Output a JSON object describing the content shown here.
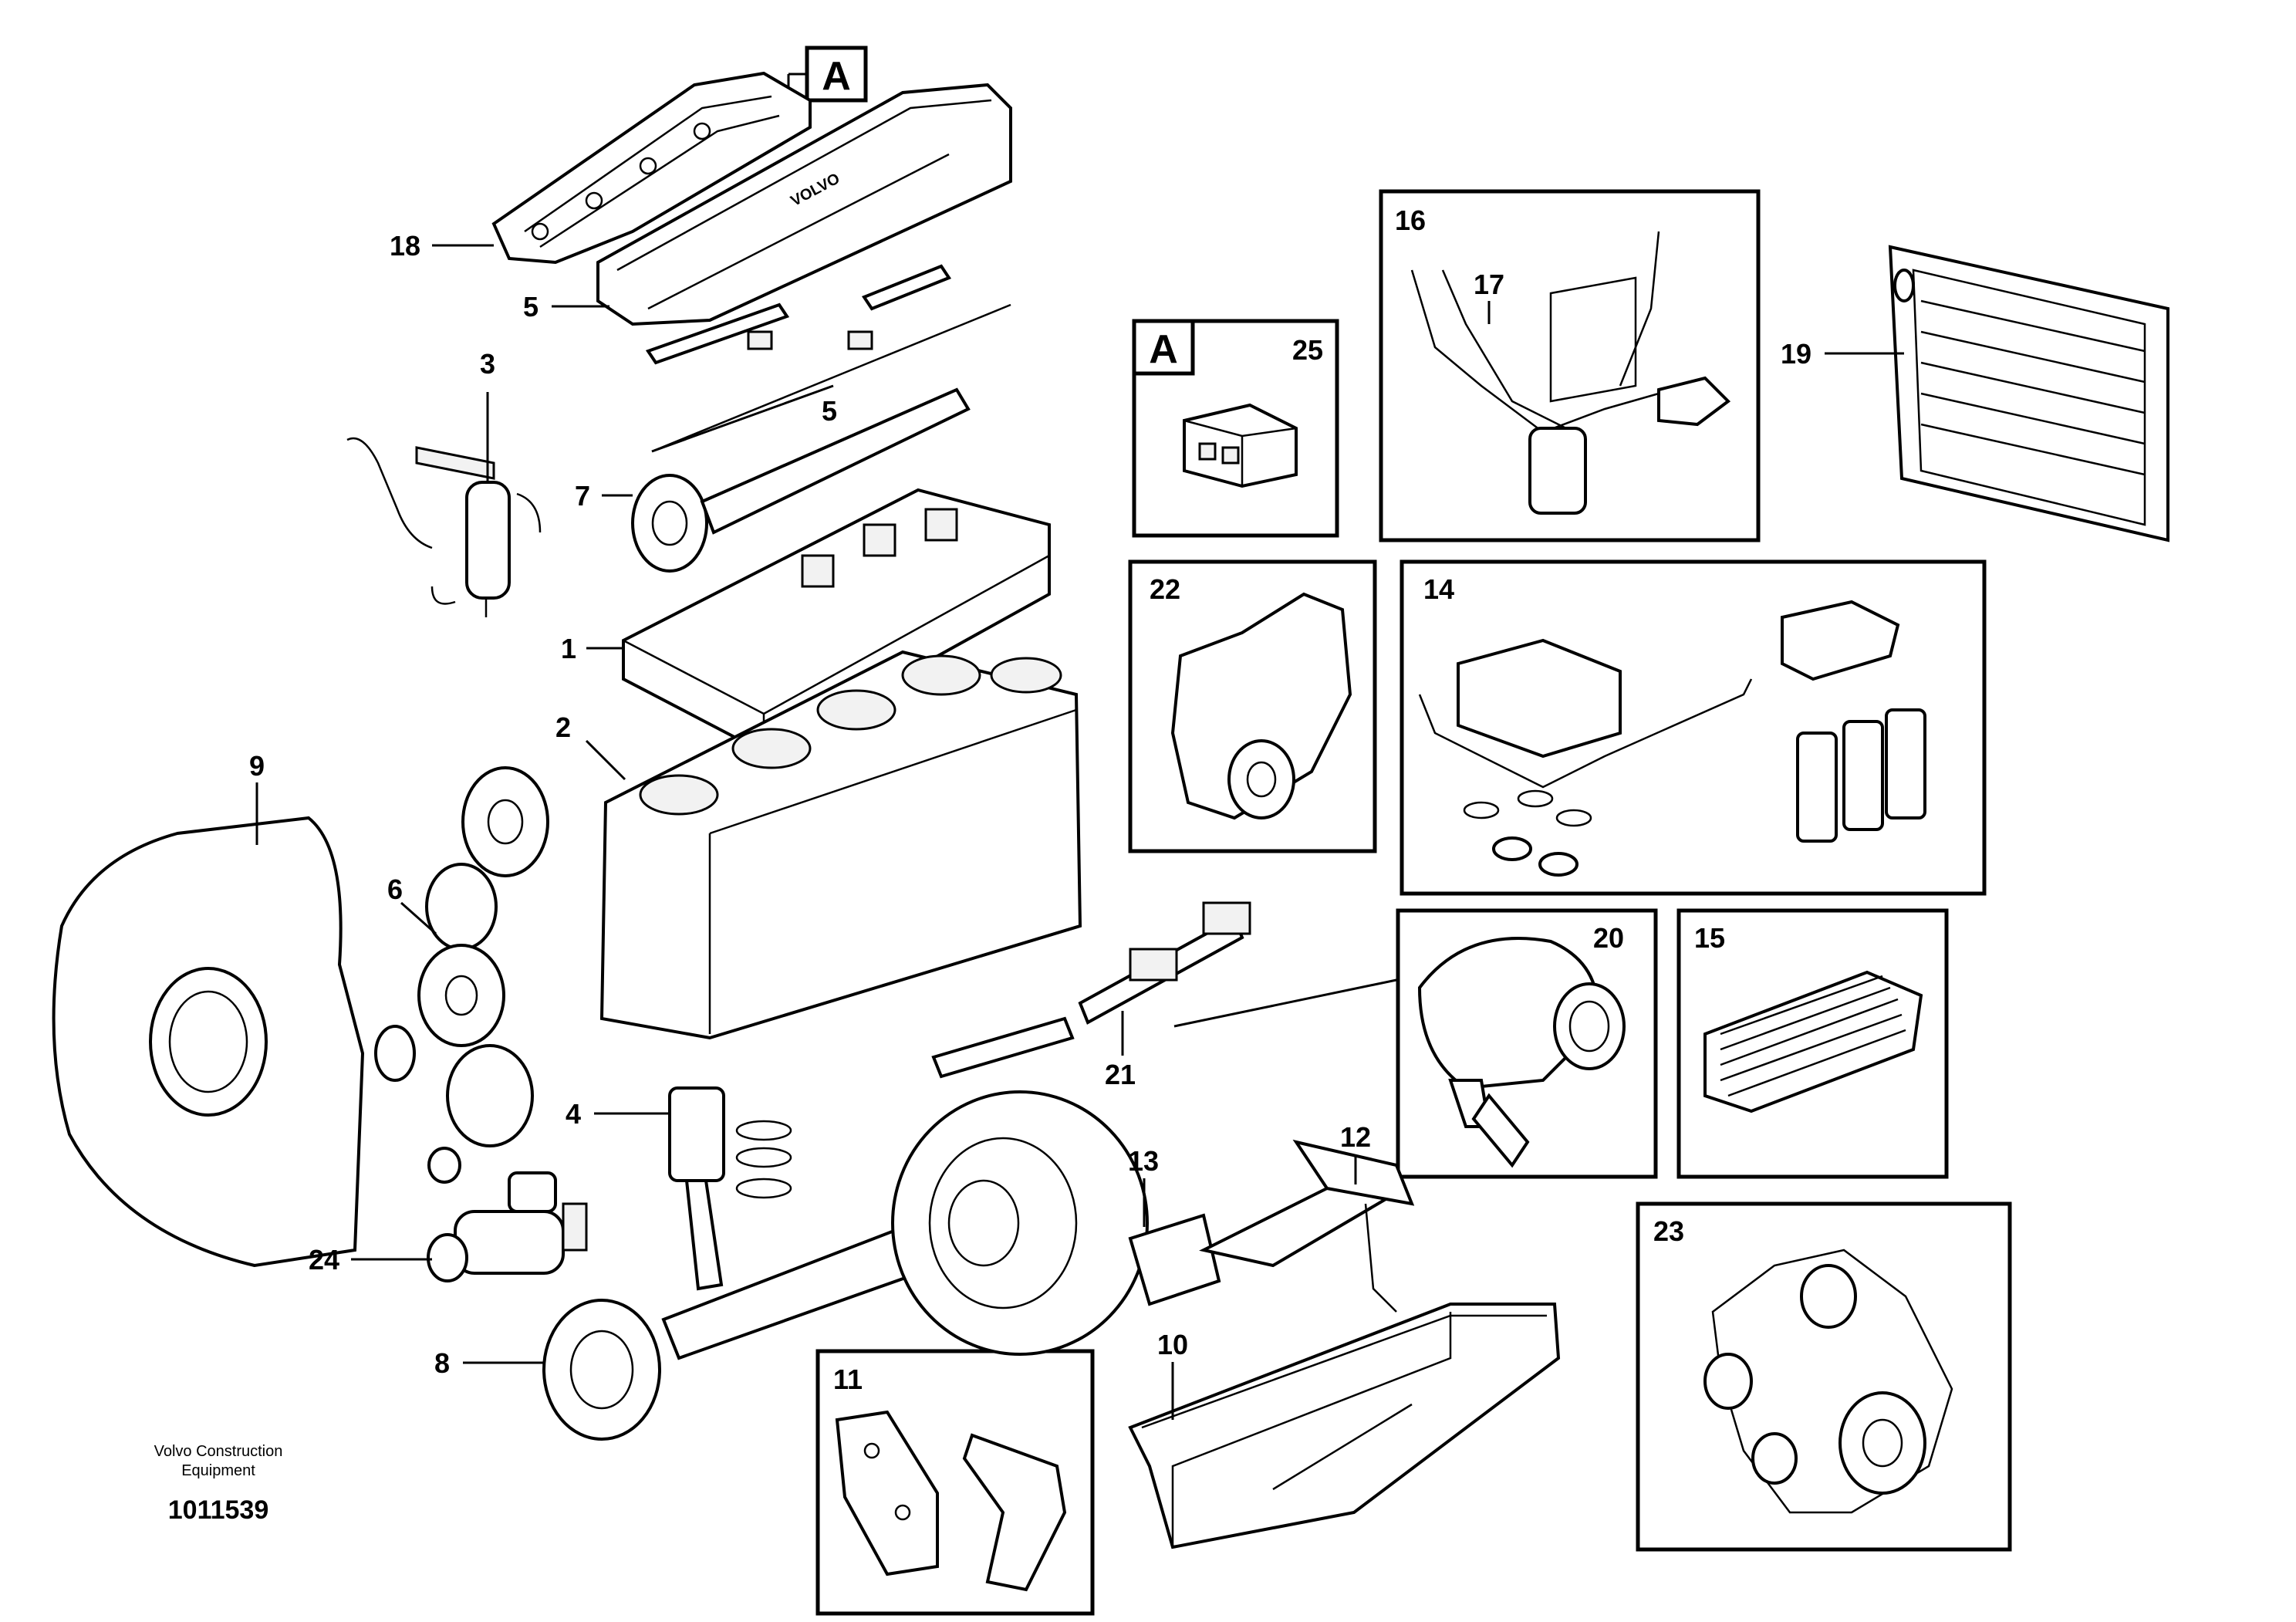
{
  "reference_marker": "A",
  "labels": {
    "p1": "1",
    "p2": "2",
    "p3": "3",
    "p4": "4",
    "p5a": "5",
    "p5b": "5",
    "p6": "6",
    "p7": "7",
    "p8": "8",
    "p9": "9",
    "p10": "10",
    "p11": "11",
    "p12": "12",
    "p13": "13",
    "p14": "14",
    "p15": "15",
    "p16": "16",
    "p17": "17",
    "p18": "18",
    "p19": "19",
    "p20": "20",
    "p21": "21",
    "p22": "22",
    "p23": "23",
    "p24": "24",
    "p25": "25"
  },
  "valve_cover_brand": "VOLVO",
  "caption": {
    "line1": "Volvo Construction",
    "line2": "Equipment",
    "doc_number": "1011539"
  }
}
